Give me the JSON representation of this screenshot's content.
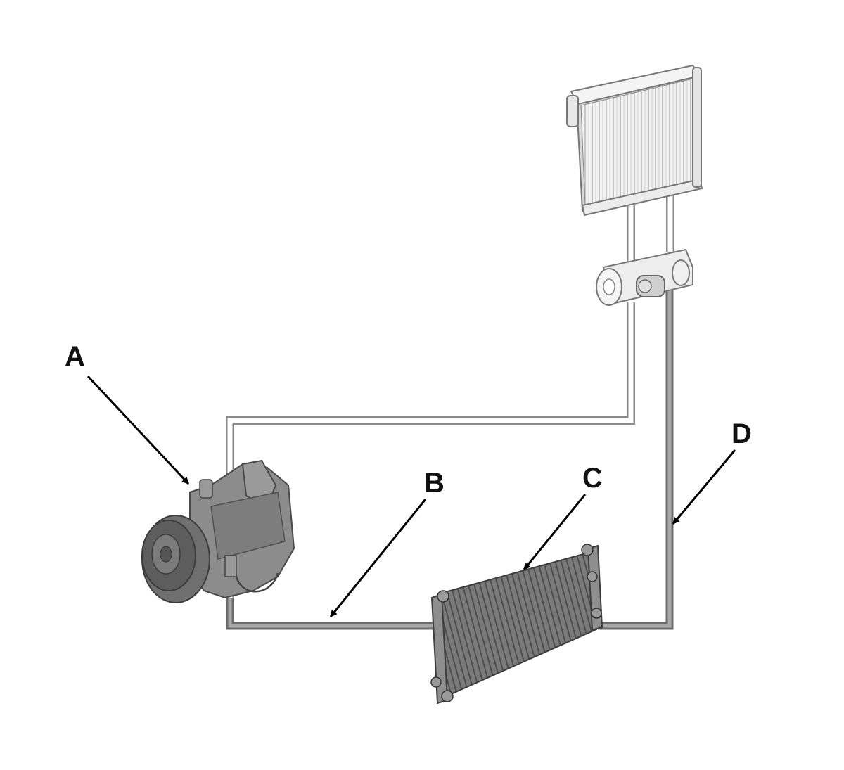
{
  "callouts": {
    "a": "A",
    "b": "B",
    "c": "C",
    "d": "D"
  },
  "colors": {
    "line": "#000000",
    "pipe": "#8a8a8a",
    "component_dark": "#6b6b6b",
    "component_light": "#ececec"
  }
}
